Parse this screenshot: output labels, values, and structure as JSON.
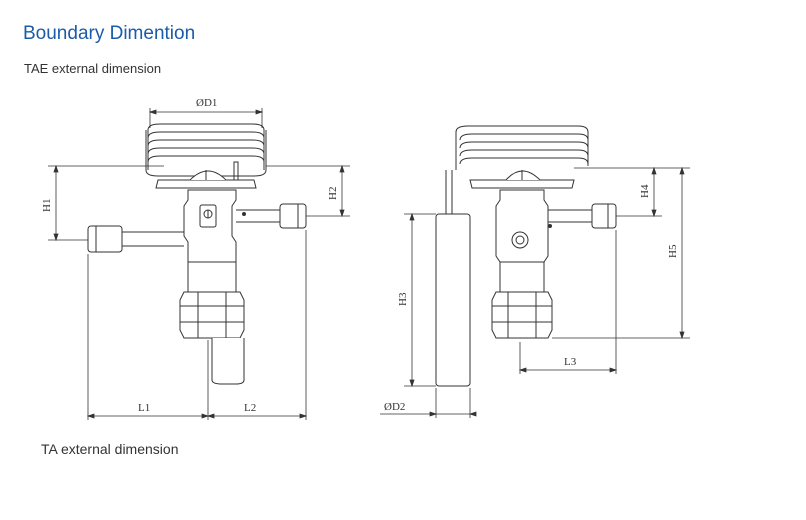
{
  "header": {
    "title": "Boundary Dimention"
  },
  "sections": {
    "tae_label": "TAE external dimension",
    "ta_label": "TA external dimension"
  },
  "dimensions": {
    "d1": "ØD1",
    "h1": "H1",
    "h2": "H2",
    "l1": "L1",
    "l2": "L2",
    "h3": "H3",
    "h4": "H4",
    "h5": "H5",
    "l3": "L3",
    "d2": "ØD2"
  },
  "colors": {
    "title": "#1c5ba8",
    "line": "#333333"
  }
}
